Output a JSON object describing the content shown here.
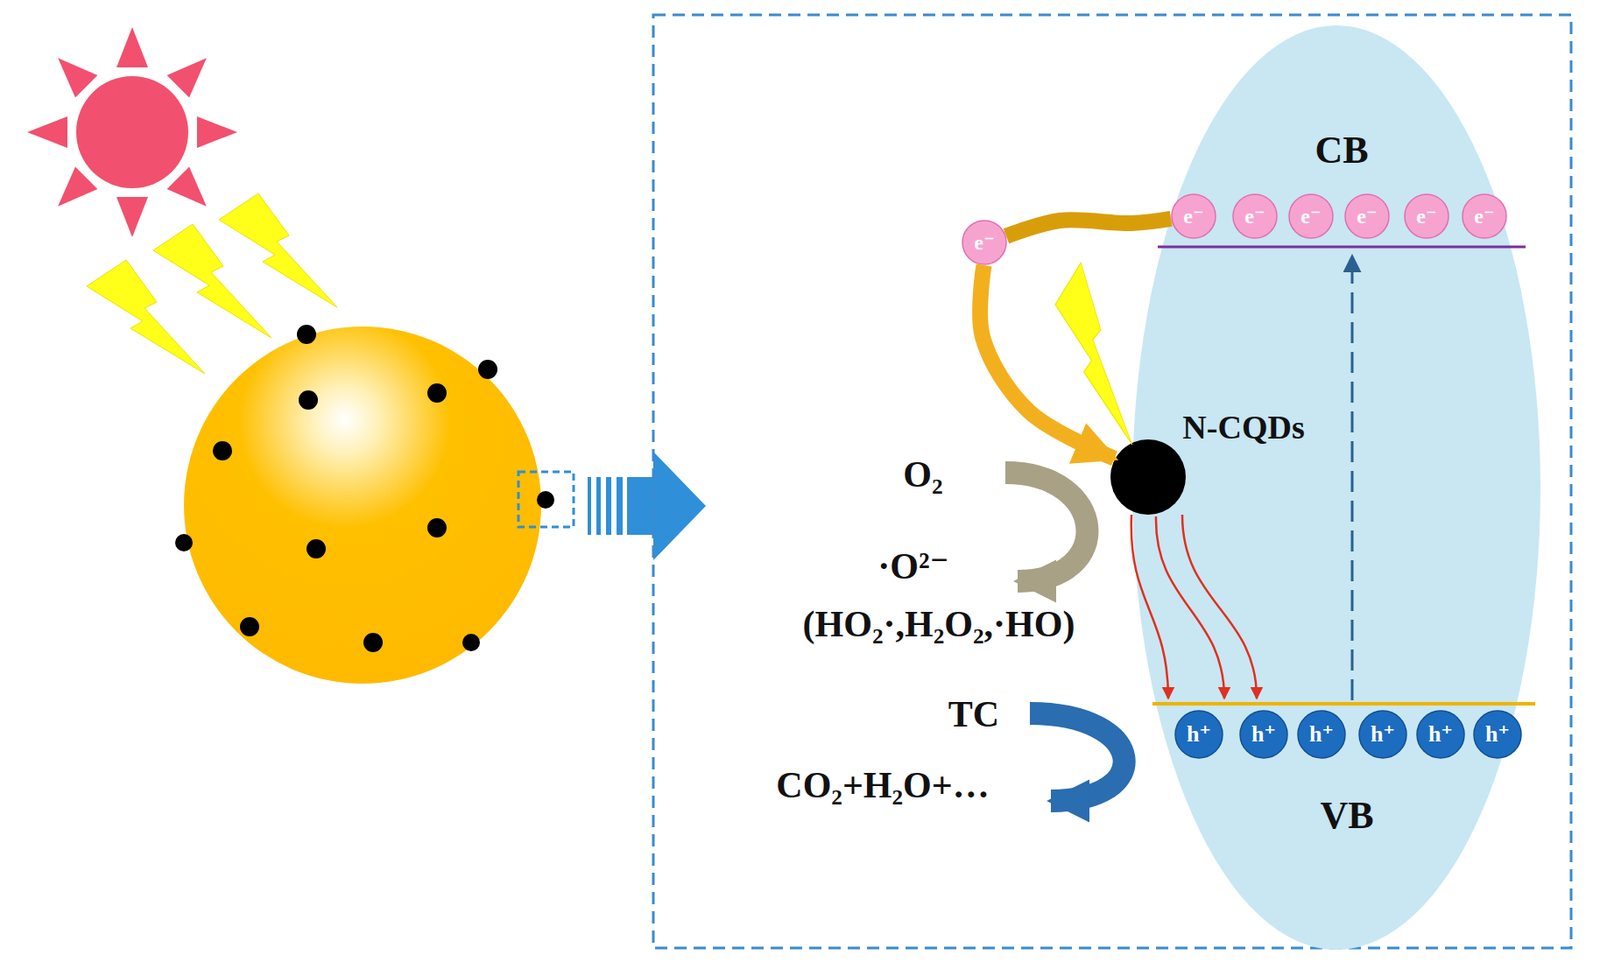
{
  "diagram": {
    "nodes": [
      {
        "text": [
          "CB",
          "VB"
        ]
      },
      {
        "text": [
          "e⁻"
        ],
        "in": 0
      },
      {
        "text": [
          "e⁻"
        ],
        "in": 0
      },
      {
        "text": [
          "e⁻"
        ],
        "in": 0
      },
      {
        "text": [
          "e⁻"
        ],
        "in": 0
      },
      {
        "text": [
          "e⁻"
        ],
        "in": 0
      },
      {
        "text": [
          "e⁻"
        ],
        "in": 0
      },
      {
        "text": [
          "h⁺"
        ],
        "in": 0
      },
      {
        "text": [
          "h⁺"
        ],
        "in": 0
      },
      {
        "text": [
          "h⁺"
        ],
        "in": 0
      },
      {
        "text": [
          "h⁺"
        ],
        "in": 0
      },
      {
        "text": [
          "h⁺"
        ],
        "in": 0
      },
      {
        "text": [
          "h⁺"
        ],
        "in": 0
      },
      {
        "text": [
          "e⁻"
        ]
      },
      {
        "text": [
          "N-CQDs"
        ]
      }
    ],
    "edges": [
      {
        "from": 1,
        "to": 13,
        "arrow": "none"
      },
      {
        "from": 13,
        "to": 14,
        "arrow": "to"
      }
    ],
    "labels": [
      "O₂",
      "·O²⁻",
      "(HO₂·,H₂O₂,·HO)",
      "TC",
      "CO₂+H₂O+…"
    ]
  }
}
